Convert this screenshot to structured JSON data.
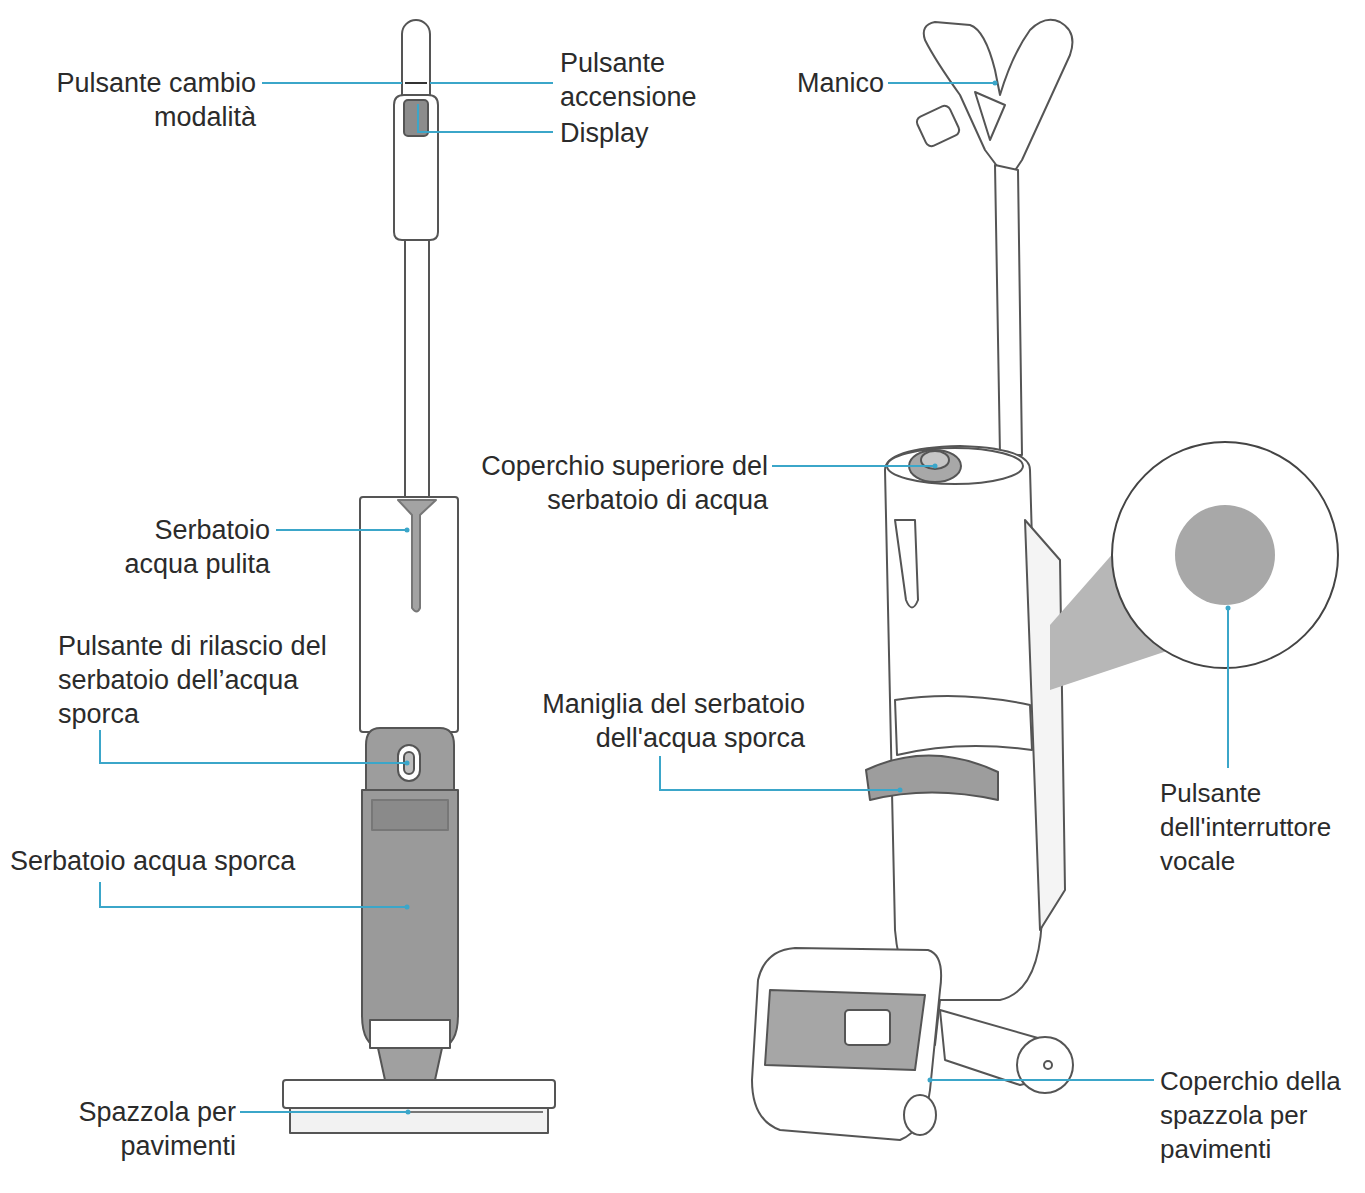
{
  "diagram": {
    "labels": [
      "Pulsante cambio modalità",
      "Pulsante accensione",
      "Display",
      "Manico",
      "Coperchio superiore del serbatoio di acqua",
      "Serbatoio acqua pulita",
      "Pulsante di rilascio del serbatoio dell’acqua sporca",
      "Maniglia del serbatoio dell'acqua sporca",
      "Pulsante dell'interruttore vocale",
      "Serbatoio acqua sporca",
      "Spazzola per pavimenti",
      "Coperchio della spazzola per pavimenti"
    ]
  }
}
